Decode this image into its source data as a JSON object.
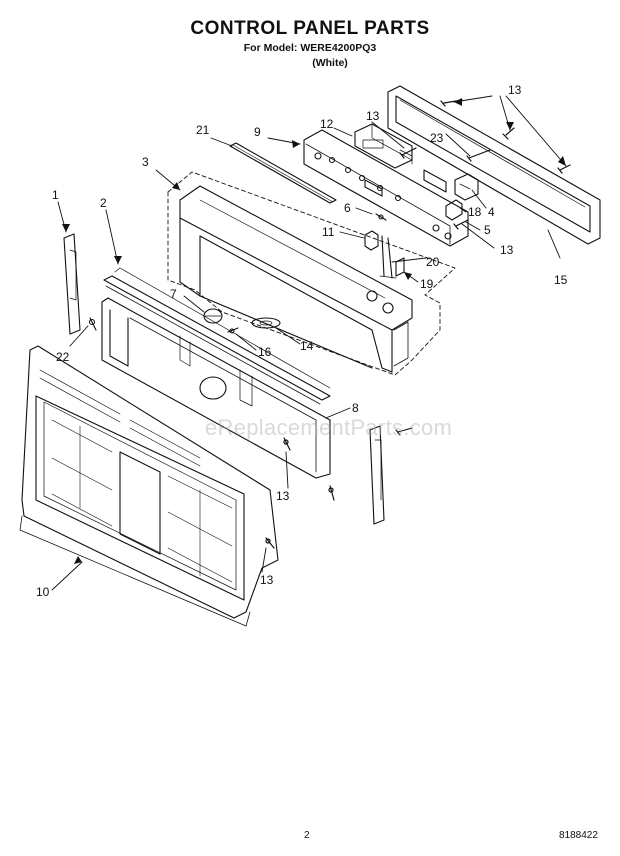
{
  "header": {
    "title": "CONTROL PANEL PARTS",
    "model_line": "For Model: WERE4200PQ3",
    "variant": "(White)"
  },
  "watermark": "eReplacementParts.com",
  "footer": {
    "page_number": "2",
    "document_number": "8188422"
  },
  "callouts": [
    {
      "id": "c1",
      "label": "1"
    },
    {
      "id": "c2",
      "label": "2"
    },
    {
      "id": "c3",
      "label": "3"
    },
    {
      "id": "c4",
      "label": "4"
    },
    {
      "id": "c5",
      "label": "5"
    },
    {
      "id": "c6",
      "label": "6"
    },
    {
      "id": "c7",
      "label": "7"
    },
    {
      "id": "c8",
      "label": "8"
    },
    {
      "id": "c9",
      "label": "9"
    },
    {
      "id": "c10",
      "label": "10"
    },
    {
      "id": "c11",
      "label": "11"
    },
    {
      "id": "c12",
      "label": "12"
    },
    {
      "id": "c13a",
      "label": "13"
    },
    {
      "id": "c13b",
      "label": "13"
    },
    {
      "id": "c13c",
      "label": "13"
    },
    {
      "id": "c13d",
      "label": "13"
    },
    {
      "id": "c13e",
      "label": "13"
    },
    {
      "id": "c14",
      "label": "14"
    },
    {
      "id": "c15",
      "label": "15"
    },
    {
      "id": "c16",
      "label": "16"
    },
    {
      "id": "c18",
      "label": "18"
    },
    {
      "id": "c19",
      "label": "19"
    },
    {
      "id": "c20",
      "label": "20"
    },
    {
      "id": "c21",
      "label": "21"
    },
    {
      "id": "c22",
      "label": "22"
    },
    {
      "id": "c23",
      "label": "23"
    }
  ]
}
